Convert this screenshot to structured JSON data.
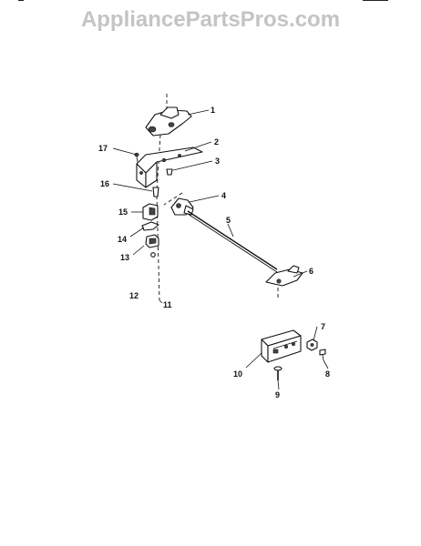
{
  "watermark": "AppliancePartsPros.com",
  "callouts": [
    {
      "id": "1",
      "label": "1"
    },
    {
      "id": "2",
      "label": "2"
    },
    {
      "id": "3",
      "label": "3"
    },
    {
      "id": "4",
      "label": "4"
    },
    {
      "id": "5",
      "label": "5"
    },
    {
      "id": "6",
      "label": "6"
    },
    {
      "id": "7",
      "label": "7"
    },
    {
      "id": "8",
      "label": "8"
    },
    {
      "id": "9",
      "label": "9"
    },
    {
      "id": "10",
      "label": "10"
    },
    {
      "id": "11",
      "label": "11"
    },
    {
      "id": "12",
      "label": "12"
    },
    {
      "id": "13",
      "label": "13"
    },
    {
      "id": "14",
      "label": "14"
    },
    {
      "id": "15",
      "label": "15"
    },
    {
      "id": "16",
      "label": "16"
    },
    {
      "id": "17",
      "label": "17"
    }
  ]
}
